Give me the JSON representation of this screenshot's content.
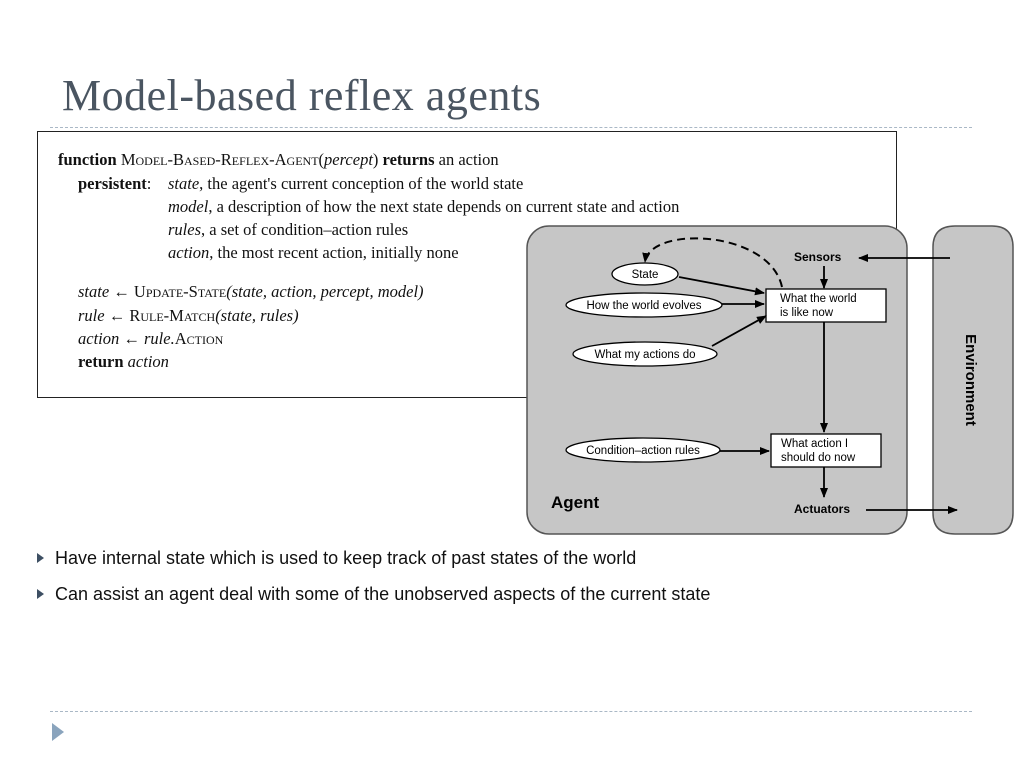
{
  "slide": {
    "title": "Model-based reflex agents"
  },
  "code": {
    "l1_fn": "function",
    "l1_name": "Model-Based-Reflex-Agent",
    "l1_lp": "(",
    "l1_arg": "percept",
    "l1_rp": ")",
    "l1_returns": "returns",
    "l1_tail": "an action",
    "l2_persistent": "persistent",
    "l2_colon": ":",
    "l2_var": "state",
    "l2_desc": ", the agent's current conception of the world state",
    "l3_var": "model",
    "l3_desc": ", a description of how the next state depends on current state and action",
    "l4_var": "rules",
    "l4_desc": ", a set of condition–action rules",
    "l5_var": "action",
    "l5_desc": ", the most recent action, initially none",
    "l6_lhs": "state",
    "l6_arrow": " ← ",
    "l6_fn": "Update-State",
    "l6_args": "(state, action, percept, model)",
    "l7_lhs": "rule",
    "l7_arrow": " ← ",
    "l7_fn": "Rule-Match",
    "l7_args": "(state, rules)",
    "l8_lhs": "action",
    "l8_arrow": " ← ",
    "l8_obj": "rule.",
    "l8_field": "Action",
    "l9_kw": "return",
    "l9_var": "action"
  },
  "diagram": {
    "agent_label": "Agent",
    "environment_label": "Environment",
    "sensors": "Sensors",
    "actuators": "Actuators",
    "state": "State",
    "world_evolves": "How the world evolves",
    "actions_do": "What my actions do",
    "condition_rules": "Condition–action rules",
    "world_now_1": "What the world",
    "world_now_2": "is like now",
    "action_now_1": "What action I",
    "action_now_2": "should do now"
  },
  "bullets": [
    "Have internal state which is used to keep track of past states of the world",
    "Can assist an agent deal with some of the unobserved aspects of the current state"
  ],
  "colors": {
    "title": "#4a5561",
    "agent_fill": "#c6c6c6",
    "bullet_marker": "#3d4f63"
  }
}
